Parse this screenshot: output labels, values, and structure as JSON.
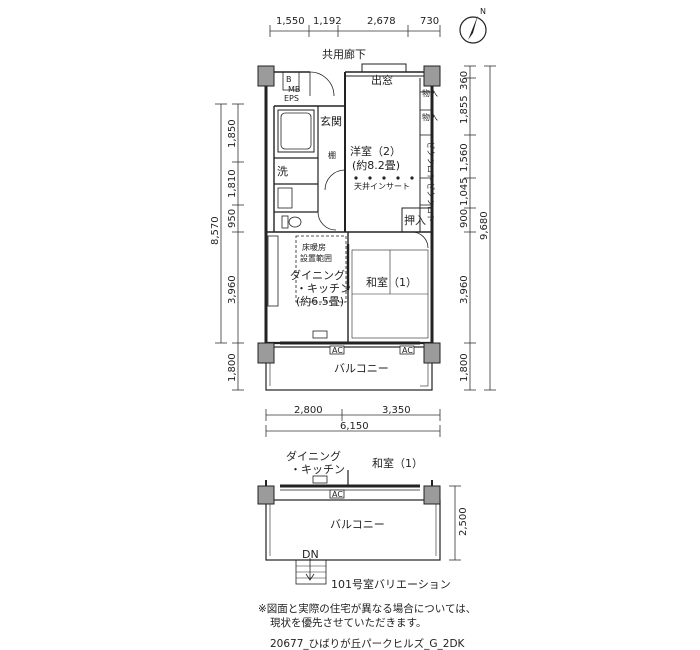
{
  "top_dims": [
    "1,550",
    "1,192",
    "2,678",
    "730"
  ],
  "north_label": "N",
  "corridor_label": "共用廊下",
  "meter_box": {
    "b": "B",
    "mb": "MB",
    "eps": "EPS"
  },
  "rooms": {
    "entrance": "玄関",
    "western": {
      "name": "洋室（2）",
      "size": "(約8.2畳)"
    },
    "ceiling_insert": "天井インサート",
    "washroom": "洗",
    "shelf": "棚",
    "outlet_window": "出窓",
    "storage_1": "物入",
    "storage_2": "物入",
    "closet_1": "ゼクツロト",
    "closet_2": "ゼクツロト",
    "oshiire": "押入",
    "floor_heating": {
      "line1": "床暖房",
      "line2": "設置範囲"
    },
    "dining": {
      "line1": "ダイニング",
      "line2": "・キッチン",
      "line3": "(約6.5畳)"
    },
    "japanese": "和室（1）",
    "balcony": "バルコニー"
  },
  "left_dims": [
    "1,850",
    "1,810",
    "950",
    "3,960",
    "1,800"
  ],
  "left_total": "8,570",
  "right_dims": [
    "360",
    "1,855",
    "1,560",
    "1,045",
    "900",
    "3,960",
    "1,800"
  ],
  "right_total": "9,680",
  "bottom_dims": [
    "2,800",
    "3,350"
  ],
  "bottom_total": "6,150",
  "ac_label": "AC",
  "variation": {
    "dining_line1": "ダイニング",
    "dining_line2": "・キッチン",
    "japanese": "和室（1）",
    "balcony": "バルコニー",
    "dim": "2,500",
    "dn": "DN",
    "caption": "101号室バリエーション"
  },
  "notes": {
    "line1": "※図面と実際の住宅が異なる場合については、",
    "line2": "現状を優先させていただきます。",
    "code": "20677_ひばりが丘パークヒルズ_G_2DK"
  }
}
